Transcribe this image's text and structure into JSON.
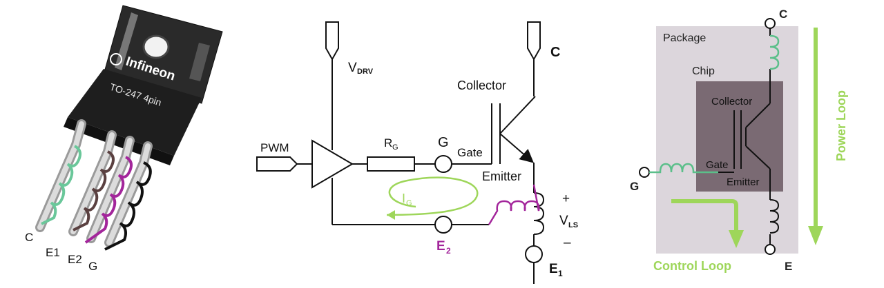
{
  "package_photo": {
    "brand": "Infineon",
    "package": "TO-247 4pin",
    "pins": [
      "C",
      "E1",
      "E2",
      "G"
    ]
  },
  "schematic": {
    "vdrv": "V",
    "vdrv_sub": "DRV",
    "pwm": "PWM",
    "rg": "R",
    "rg_sub": "G",
    "g": "G",
    "gate": "Gate",
    "collector": "Collector",
    "c": "C",
    "emitter": "Emitter",
    "ig": "I",
    "ig_sub": "G",
    "e2": "E",
    "e2_sub": "2",
    "vls": "V",
    "vls_sub": "LS",
    "plus": "+",
    "minus": "–",
    "e1": "E",
    "e1_sub": "1"
  },
  "loops": {
    "package": "Package",
    "chip": "Chip",
    "collector": "Collector",
    "gate": "Gate",
    "emitter": "Emitter",
    "c": "C",
    "g": "G",
    "e": "E",
    "power_loop": "Power Loop",
    "control_loop": "Control Loop"
  },
  "colors": {
    "green": "#5bbf8a",
    "light_green": "#9ed65a",
    "purple": "#a3269b",
    "brown": "#5a4040",
    "package_bg": "#dcd6dc",
    "chip_bg": "#7a6a73"
  }
}
